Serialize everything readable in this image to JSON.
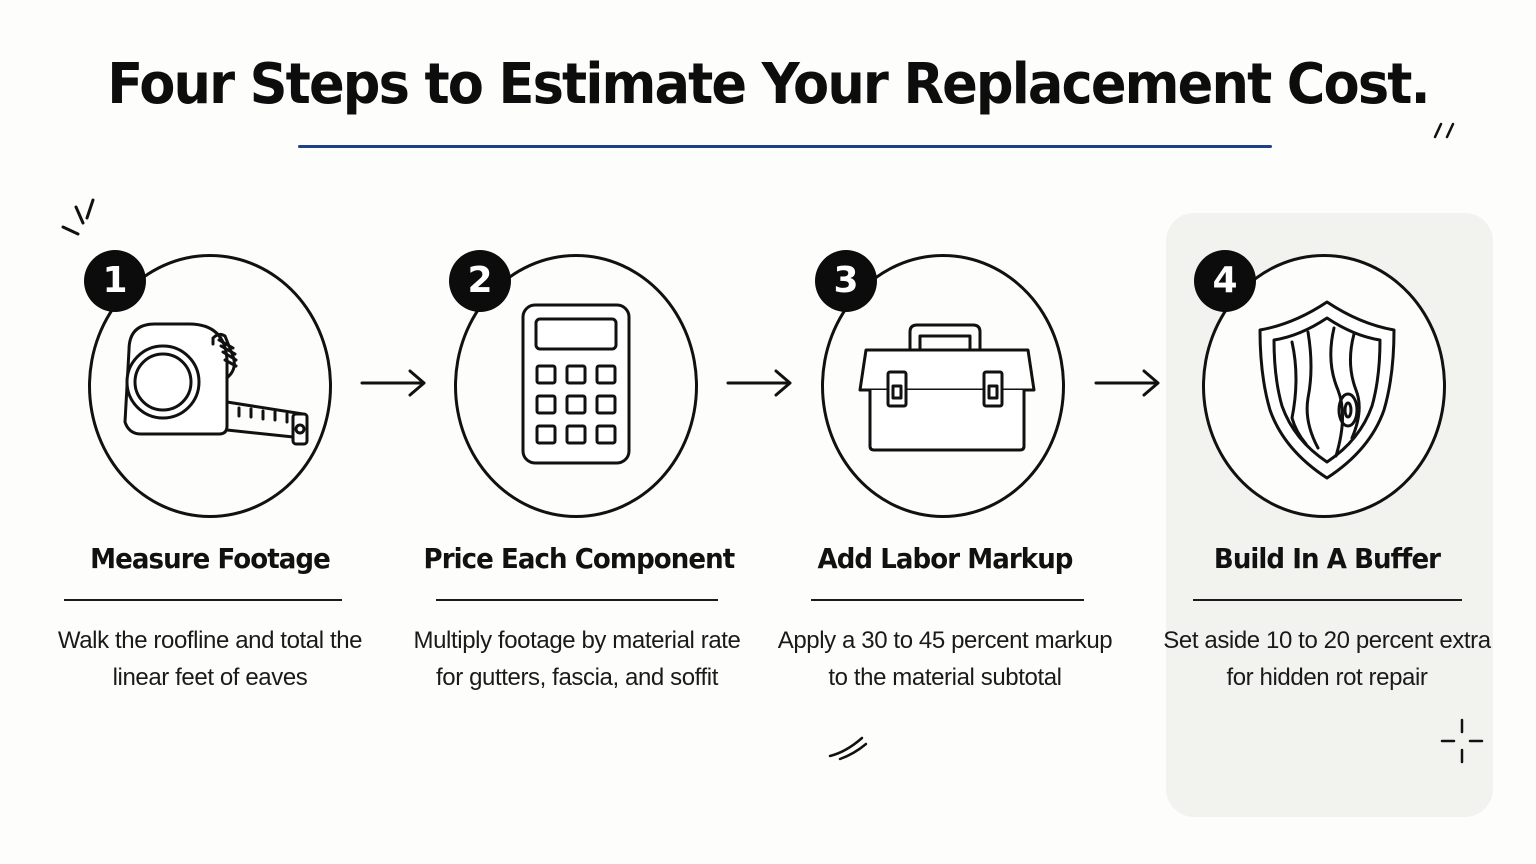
{
  "title": "Four Steps to Estimate Your Replacement Cost.",
  "accent_color": "#1f3f86",
  "highlight_color": "#f2f2ee",
  "steps": [
    {
      "number": "1",
      "icon": "tape-measure-icon",
      "title": "Measure Footage",
      "description": "Walk the roofline and total the linear feet of eaves"
    },
    {
      "number": "2",
      "icon": "calculator-icon",
      "title": "Price Each Component",
      "description": "Multiply footage by material rate for gutters, fascia, and soffit"
    },
    {
      "number": "3",
      "icon": "toolbox-icon",
      "title": "Add Labor Markup",
      "description": "Apply a 30 to 45 percent markup to the material subtotal"
    },
    {
      "number": "4",
      "icon": "wood-shield-icon",
      "title": "Build In A Buffer",
      "description": "Set aside 10 to 20 percent extra for hidden rot repair"
    }
  ]
}
